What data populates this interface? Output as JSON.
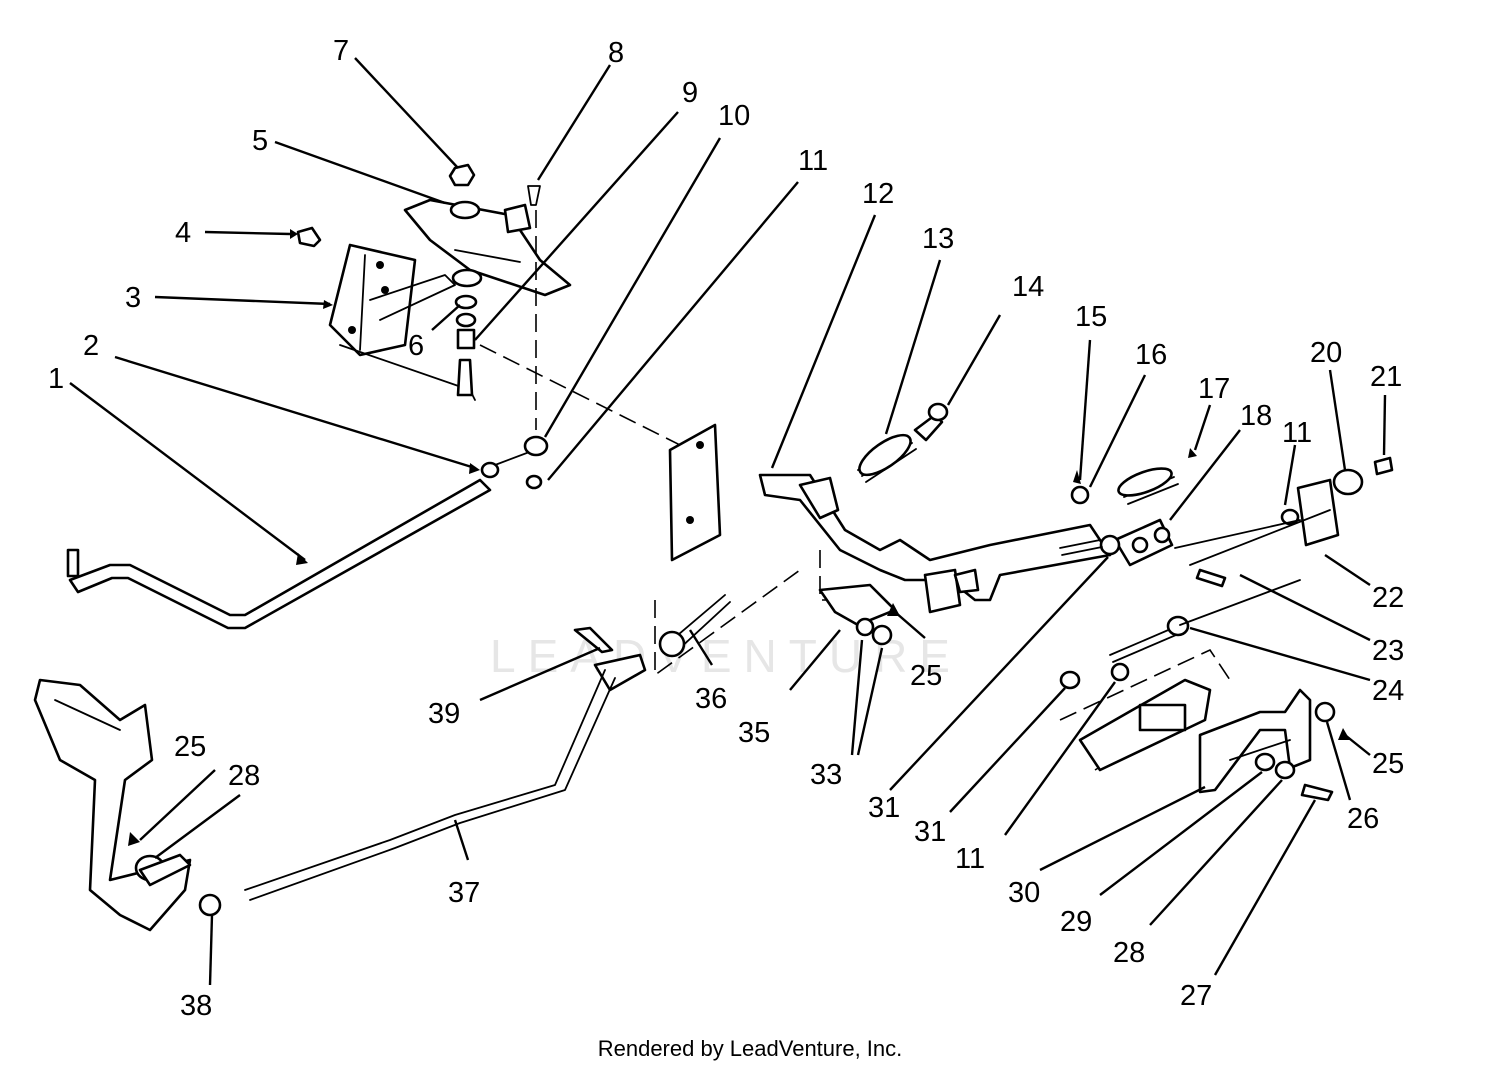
{
  "diagram": {
    "callouts": [
      "1",
      "2",
      "3",
      "4",
      "5",
      "6",
      "7",
      "8",
      "9",
      "10",
      "11",
      "12",
      "13",
      "14",
      "15",
      "16",
      "17",
      "18",
      "11",
      "20",
      "21",
      "22",
      "23",
      "24",
      "25",
      "25",
      "25",
      "26",
      "27",
      "28",
      "28",
      "29",
      "30",
      "31",
      "31",
      "11",
      "33",
      "35",
      "36",
      "37",
      "38",
      "39"
    ],
    "watermark": "LEADVENTURE",
    "credit": "Rendered by LeadVenture, Inc."
  }
}
